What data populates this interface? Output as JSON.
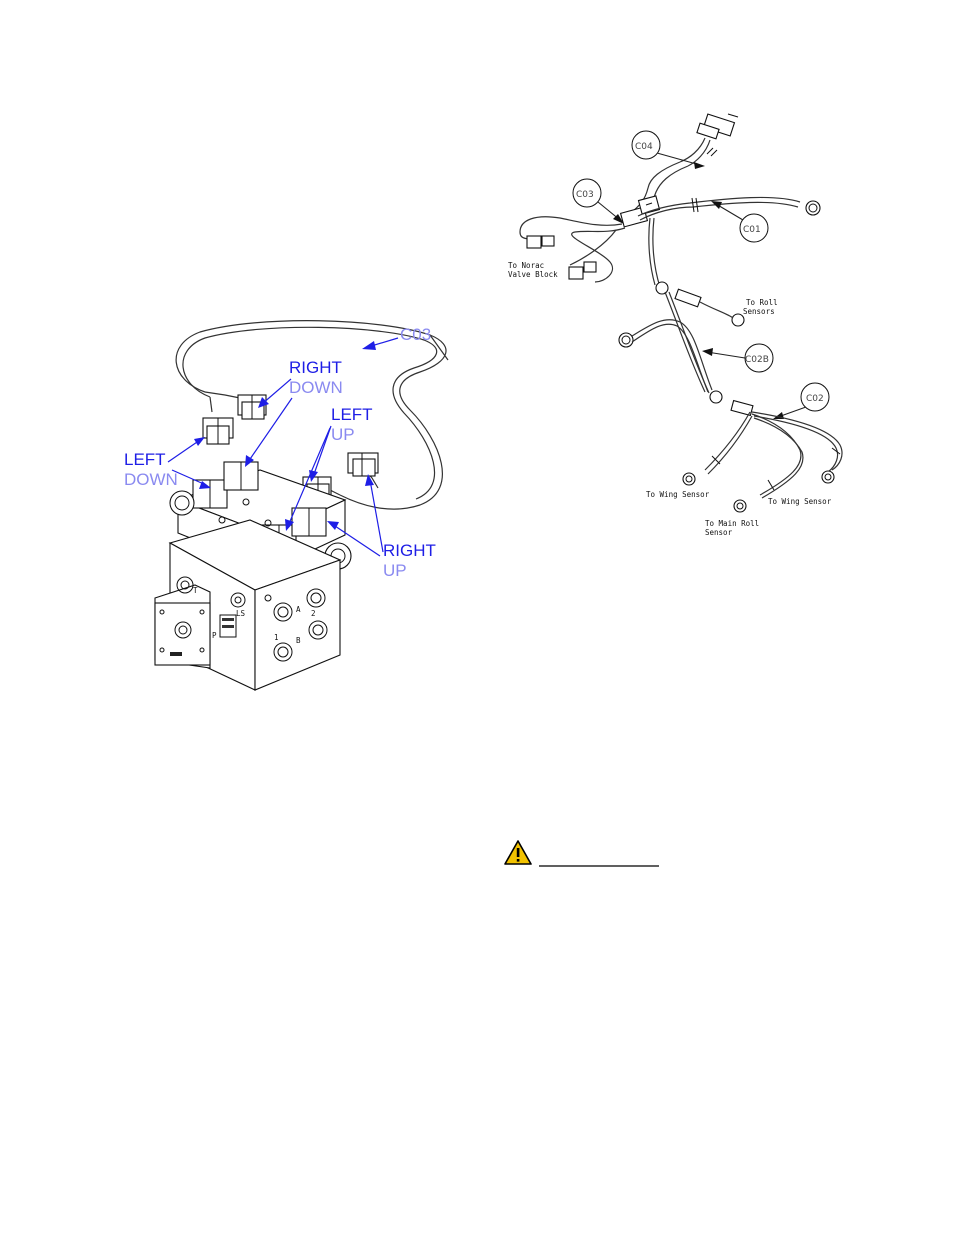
{
  "left_figure": {
    "cable_label": "C03",
    "labels": {
      "right_down_1": "RIGHT",
      "right_down_2": "DOWN",
      "left_up_1": "LEFT",
      "left_up_2": "UP",
      "left_down_1": "LEFT",
      "left_down_2": "DOWN",
      "right_up_1": "RIGHT",
      "right_up_2": "UP"
    },
    "ports": {
      "t": "T",
      "ls": "LS",
      "p": "P",
      "a": "A",
      "b": "B",
      "one": "1",
      "two": "2"
    }
  },
  "right_figure": {
    "callouts": {
      "c04": "C04",
      "c03": "C03",
      "c01": "C01",
      "c02b": "C02B",
      "c02": "C02"
    },
    "notes": {
      "valve_block_1": "To Norac",
      "valve_block_2": "Valve Block",
      "roll_sensors_1": "To Roll",
      "roll_sensors_2": "Sensors",
      "wing_sensor_left": "To Wing Sensor",
      "main_roll_1": "To Main Roll",
      "main_roll_2": "Sensor",
      "wing_sensor_right": "To Wing Sensor"
    }
  },
  "warning": {
    "icon": "warning-triangle-icon",
    "colors": {
      "fill": "#f2c200",
      "stroke": "#000000"
    }
  }
}
